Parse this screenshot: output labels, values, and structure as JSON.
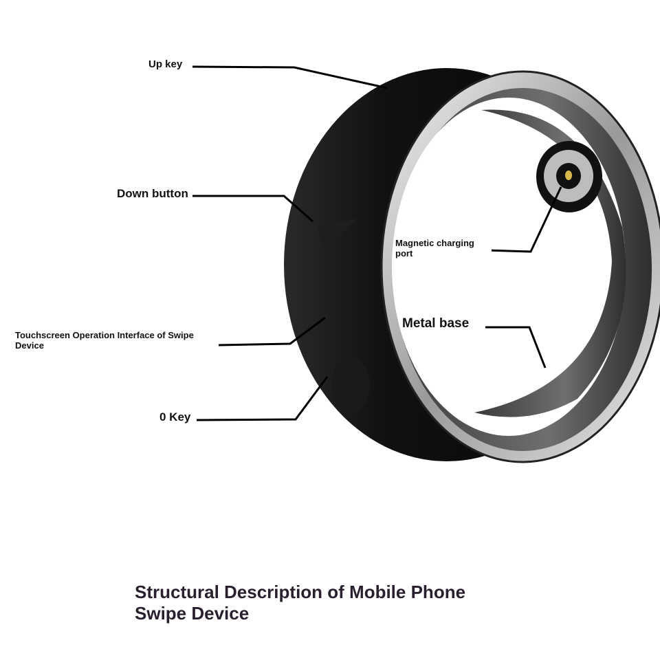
{
  "labels": {
    "up_key": "Up key",
    "down_button": "Down button",
    "touchscreen": "Touchscreen Operation Interface of Swipe Device",
    "zero_key": "0 Key",
    "charging_port": "Magnetic charging port",
    "metal_base": "Metal base"
  },
  "title": "Structural Description of Mobile Phone Swipe Device",
  "colors": {
    "band": "#0d0d0d",
    "rim": "#c9c9c9",
    "metal": "#5a5a5a",
    "port_pin": "#d8b84a"
  }
}
